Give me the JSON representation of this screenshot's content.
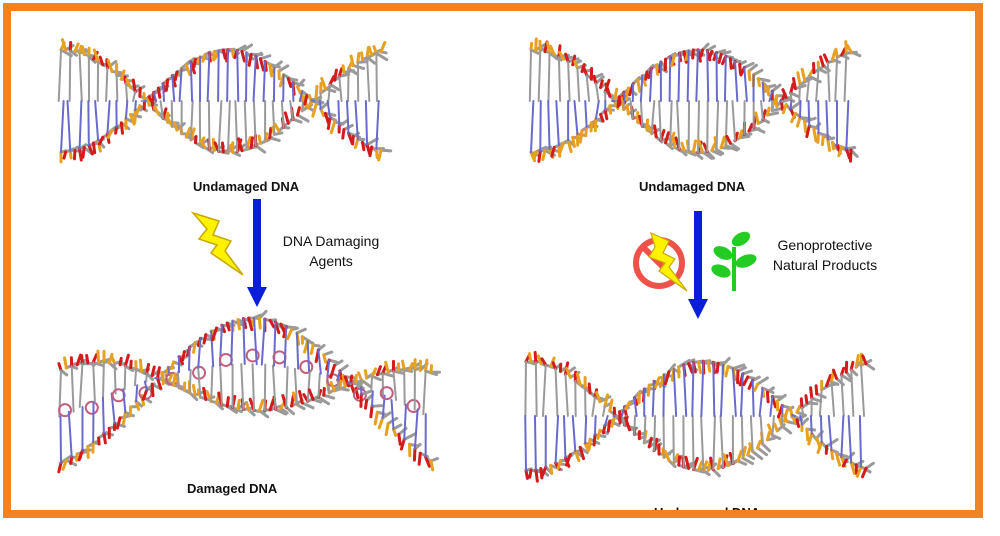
{
  "left_panel": {
    "top_label": "Undamaged DNA",
    "agent_caption_line1": "DNA Damaging",
    "agent_caption_line2": "Agents",
    "bottom_label": "Damaged DNA"
  },
  "right_panel": {
    "top_label": "Undamaged DNA",
    "agent_caption_line1": "Genoprotective",
    "agent_caption_line2": "Natural Products",
    "bottom_label": "Undamaged DNA"
  },
  "colors": {
    "frame": "#F58220",
    "arrow": "#0A1ED8",
    "lightning": "#FFF200",
    "no_sign": "#F0524A",
    "plant": "#22CC22",
    "backbone": "#9A9A9A",
    "oxygen": "#D41A1A",
    "phosphorus": "#E8A020",
    "nitrogen": "#6A6ACD"
  },
  "icons": [
    "lightning-bolt-icon",
    "no-lightning-icon",
    "plant-icon",
    "down-arrow-icon"
  ]
}
